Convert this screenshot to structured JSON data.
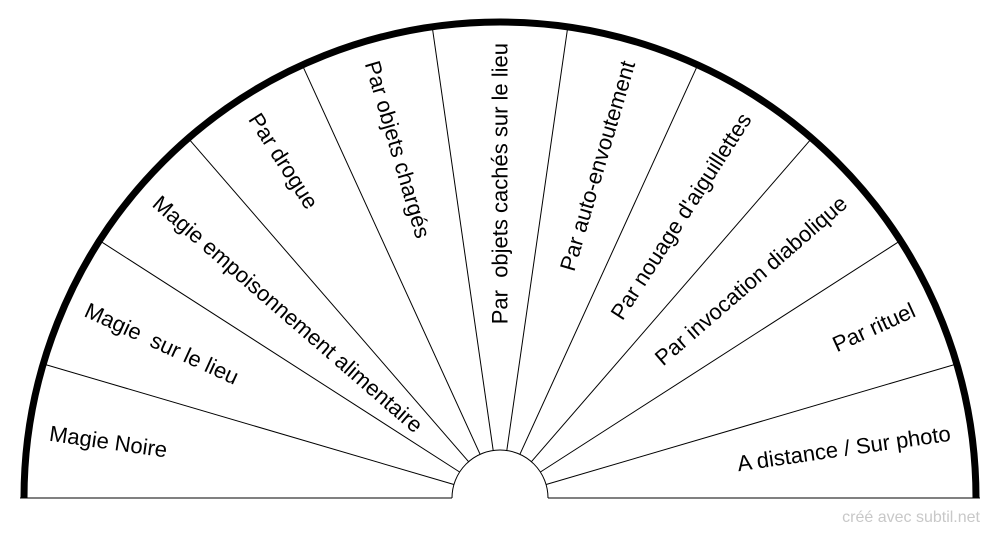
{
  "diagram": {
    "type": "semicircle-pendulum-chart",
    "sectors": [
      "Magie Noire",
      "Magie  sur le lieu",
      "Magie empoisonnement alimentaire",
      "Par drogue",
      "Par objets chargés",
      "Par  objets cachés sur le lieu",
      "Par auto-envoutement",
      "Par nouage d'aiguillettes",
      "Par invocation diabolique",
      "Par rituel",
      "A distance / Sur photo"
    ],
    "colors": {
      "outer_arc": "#000000",
      "dividers": "#000000",
      "label_text": "#000000",
      "background": "#ffffff",
      "credit_text": "#c8c8c8"
    }
  },
  "footer": {
    "credit": "créé avec subtil.net"
  }
}
